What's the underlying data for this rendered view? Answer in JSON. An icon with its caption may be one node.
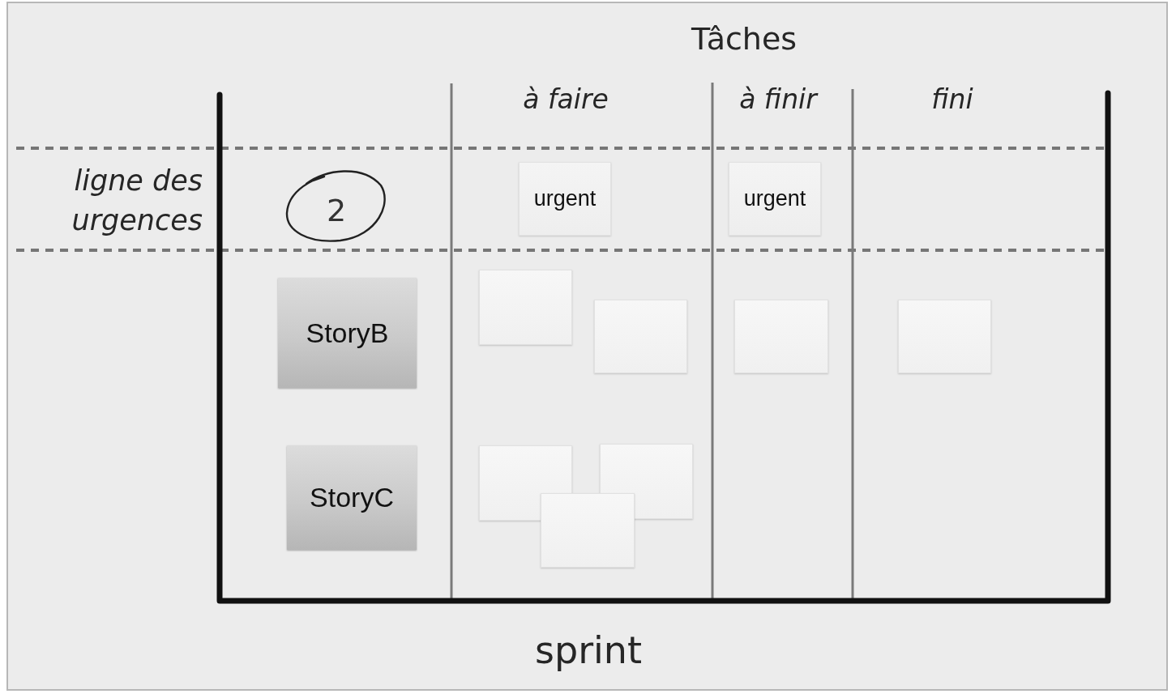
{
  "diagram": {
    "nodes": [
      {
        "text": [
          "2"
        ]
      },
      {
        "text": [
          "urgent"
        ]
      },
      {
        "text": [
          "urgent"
        ]
      },
      {
        "text": [
          "StoryB"
        ]
      },
      {
        "text": [],
        "shape": "box"
      },
      {
        "text": [],
        "shape": "box"
      },
      {
        "text": [],
        "shape": "box"
      },
      {
        "text": [],
        "shape": "box"
      },
      {
        "text": [
          "StoryC"
        ]
      },
      {
        "text": [],
        "shape": "box"
      },
      {
        "text": [],
        "shape": "box"
      },
      {
        "text": [],
        "shape": "box"
      }
    ],
    "labels": [
      "Tâches",
      "à faire",
      "à finir",
      "fini",
      "ligne des urgences",
      "sprint"
    ]
  }
}
